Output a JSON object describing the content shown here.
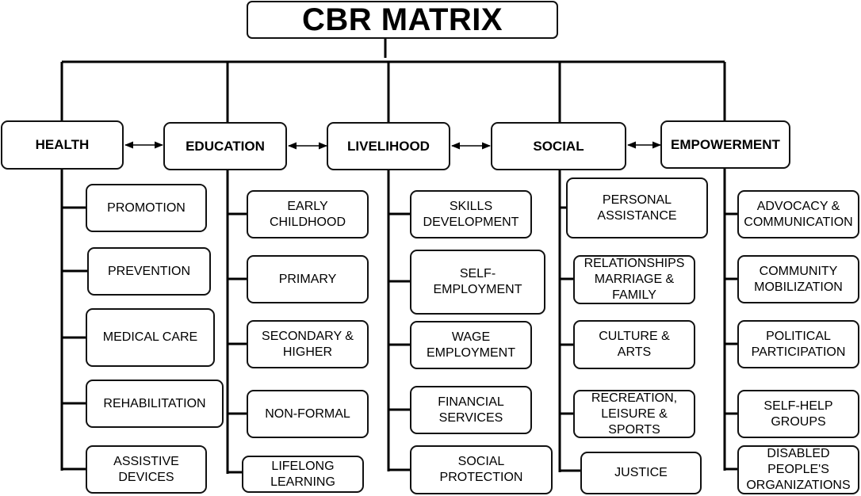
{
  "title": "CBR MATRIX",
  "categories": [
    {
      "label": "HEALTH",
      "items": [
        "PROMOTION",
        "PREVENTION",
        "MEDICAL CARE",
        "REHABILITATION",
        "ASSISTIVE\nDEVICES"
      ]
    },
    {
      "label": "EDUCATION",
      "items": [
        "EARLY\nCHILDHOOD",
        "PRIMARY",
        "SECONDARY &\nHIGHER",
        "NON-FORMAL",
        "LIFELONG\nLEARNING"
      ]
    },
    {
      "label": "LIVELIHOOD",
      "items": [
        "SKILLS\nDEVELOPMENT",
        "SELF-\nEMPLOYMENT",
        "WAGE\nEMPLOYMENT",
        "FINANCIAL\nSERVICES",
        "SOCIAL\nPROTECTION"
      ]
    },
    {
      "label": "SOCIAL",
      "items": [
        "PERSONAL\nASSISTANCE",
        "RELATIONSHIPS\nMARRIAGE &\nFAMILY",
        "CULTURE &\nARTS",
        "RECREATION,\nLEISURE &\nSPORTS",
        "JUSTICE"
      ]
    },
    {
      "label": "EMPOWERMENT",
      "items": [
        "ADVOCACY &\nCOMMUNICATION",
        "COMMUNITY\nMOBILIZATION",
        "POLITICAL\nPARTICIPATION",
        "SELF-HELP\nGROUPS",
        "DISABLED\nPEOPLE'S\nORGANIZATIONS"
      ]
    }
  ]
}
